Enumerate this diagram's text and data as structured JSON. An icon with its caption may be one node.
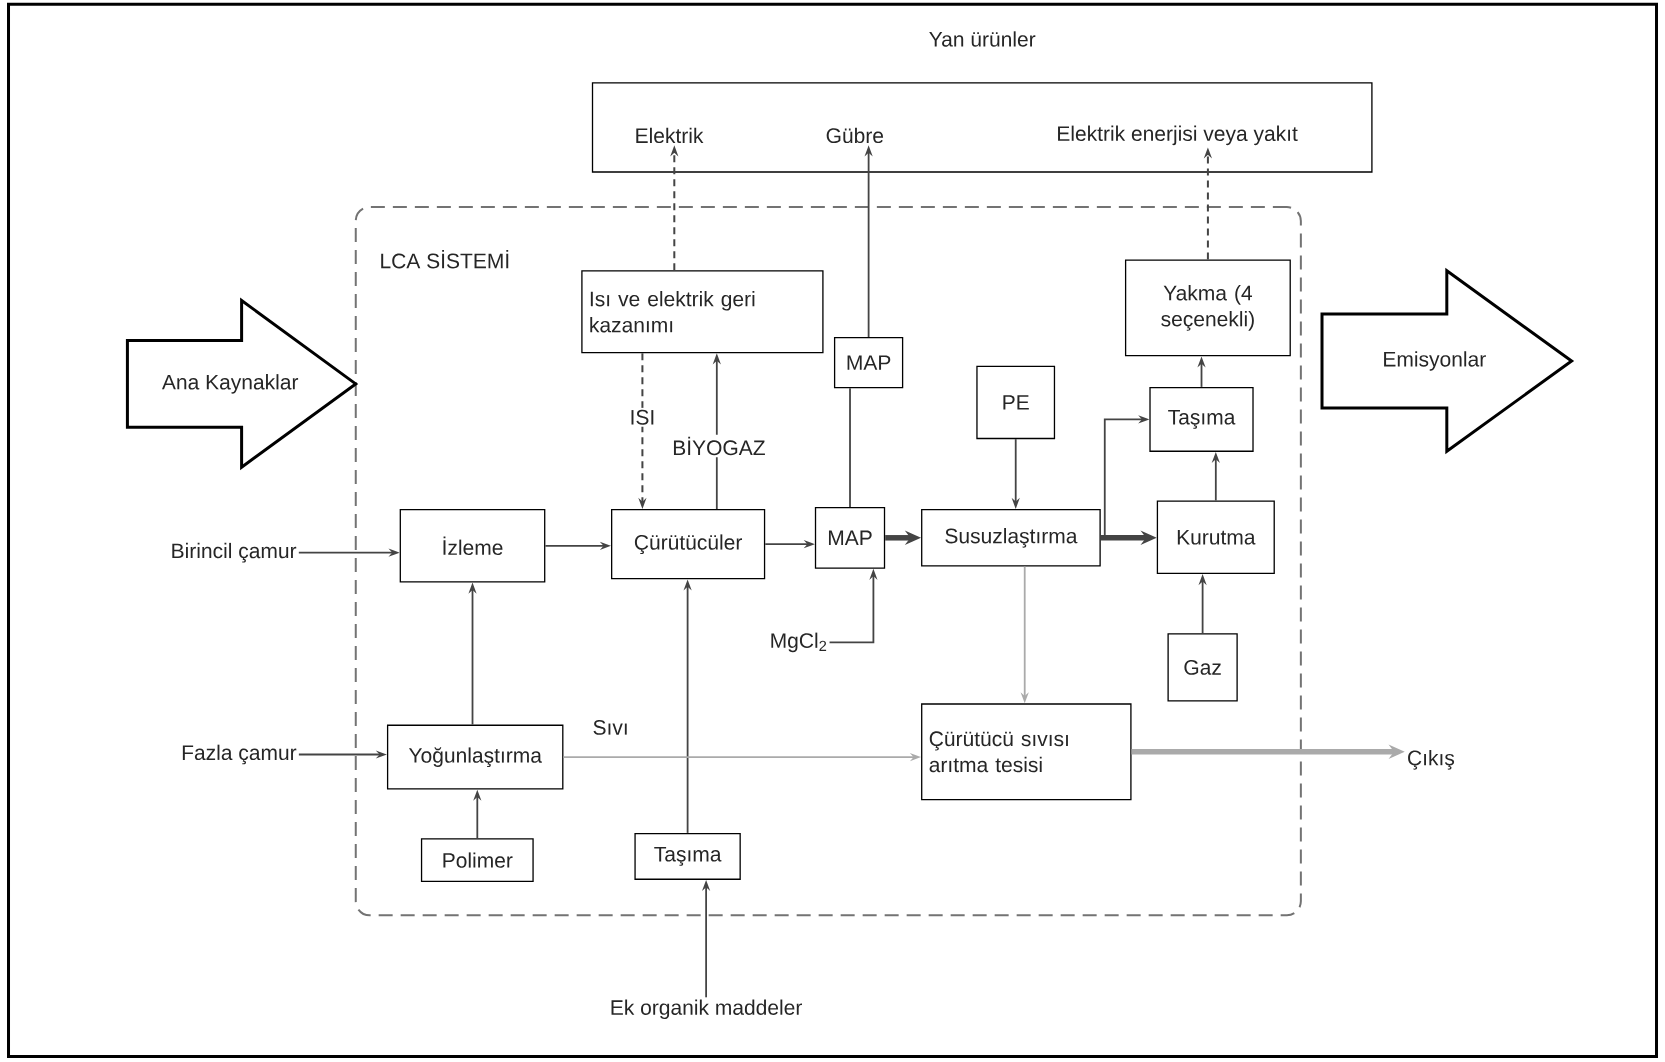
{
  "diagram": {
    "nodes": [
      {
        "text": [
          "Yan ürünler"
        ]
      },
      {
        "text": [
          "Elektrik"
        ],
        "in": 0
      },
      {
        "text": [
          "Gübre"
        ],
        "in": 0
      },
      {
        "text": [
          "Elektrik enerjisi veya yakıt"
        ],
        "in": 0
      },
      {
        "text": [
          "LCA SİSTEMİ"
        ]
      },
      {
        "text": [
          "Ana Kaynaklar"
        ]
      },
      {
        "text": [
          "Isı ve elektrik geri kazanımı"
        ],
        "in": 4
      },
      {
        "text": [
          "MAP"
        ],
        "in": 4
      },
      {
        "text": [
          "PE"
        ],
        "in": 4
      },
      {
        "text": [
          "Yakma (4 seçenekli)"
        ],
        "in": 4
      },
      {
        "text": [
          "Emisyonlar"
        ]
      },
      {
        "text": [
          "Taşıma"
        ],
        "in": 4
      },
      {
        "text": [
          "Birincil çamur"
        ]
      },
      {
        "text": [
          "İzleme"
        ],
        "in": 4
      },
      {
        "text": [
          "Çürütücüler"
        ],
        "in": 4
      },
      {
        "text": [
          "MAP"
        ],
        "in": 4
      },
      {
        "text": [
          "Susuzlaştırma"
        ],
        "in": 4
      },
      {
        "text": [
          "Kurutma"
        ],
        "in": 4
      },
      {
        "text": [
          "MgCl$_{2}$"
        ],
        "in": 4
      },
      {
        "text": [
          "Gaz"
        ],
        "in": 4
      },
      {
        "text": [
          "Fazla çamur"
        ]
      },
      {
        "text": [
          "Yoğunlaştırma"
        ],
        "in": 4
      },
      {
        "text": [
          "Çürütücü sıvısı arıtma tesisi"
        ],
        "in": 4
      },
      {
        "text": [
          "Çıkış"
        ]
      },
      {
        "text": [
          "Polimer"
        ],
        "in": 4
      },
      {
        "text": [
          "Taşıma"
        ],
        "in": 4
      },
      {
        "text": [
          "Ek organik maddeler"
        ]
      }
    ],
    "edges": [
      {
        "from": 6,
        "to": 1,
        "arrow": "to",
        "style": "dashed"
      },
      {
        "from": 15,
        "to": 7,
        "arrow": "none"
      },
      {
        "from": 7,
        "to": 2,
        "arrow": "to"
      },
      {
        "from": 9,
        "to": 3,
        "arrow": "to",
        "style": "dashed"
      },
      {
        "from": 6,
        "to": 14,
        "arrow": "to",
        "style": "dashed",
        "label": "ISI"
      },
      {
        "from": 14,
        "to": 6,
        "arrow": "to",
        "label": "BİYOGAZ"
      },
      {
        "from": 12,
        "to": 13,
        "arrow": "to"
      },
      {
        "from": 13,
        "to": 14,
        "arrow": "to"
      },
      {
        "from": 14,
        "to": 15,
        "arrow": "to"
      },
      {
        "from": 15,
        "to": 16,
        "arrow": "to",
        "style": "thick"
      },
      {
        "from": 16,
        "to": 17,
        "arrow": "to",
        "style": "thick"
      },
      {
        "from": 16,
        "to": 11,
        "arrow": "to"
      },
      {
        "from": 17,
        "to": 11,
        "arrow": "to"
      },
      {
        "from": 11,
        "to": 9,
        "arrow": "to"
      },
      {
        "from": 19,
        "to": 17,
        "arrow": "to"
      },
      {
        "from": 8,
        "to": 16,
        "arrow": "to"
      },
      {
        "from": 18,
        "to": 15,
        "arrow": "to"
      },
      {
        "from": 21,
        "to": 13,
        "arrow": "to"
      },
      {
        "from": 24,
        "to": 21,
        "arrow": "to"
      },
      {
        "from": 25,
        "to": 14,
        "arrow": "to"
      },
      {
        "from": 26,
        "to": 25,
        "arrow": "to"
      },
      {
        "from": 20,
        "to": 21,
        "arrow": "to"
      },
      {
        "from": 21,
        "to": 22,
        "arrow": "to",
        "color": "#aaaaaa",
        "label": "Sıvı"
      },
      {
        "from": 16,
        "to": 22,
        "arrow": "to",
        "color": "#aaaaaa"
      },
      {
        "from": 22,
        "to": 23,
        "arrow": "to",
        "color": "#aaaaaa",
        "style": "thick"
      }
    ]
  }
}
